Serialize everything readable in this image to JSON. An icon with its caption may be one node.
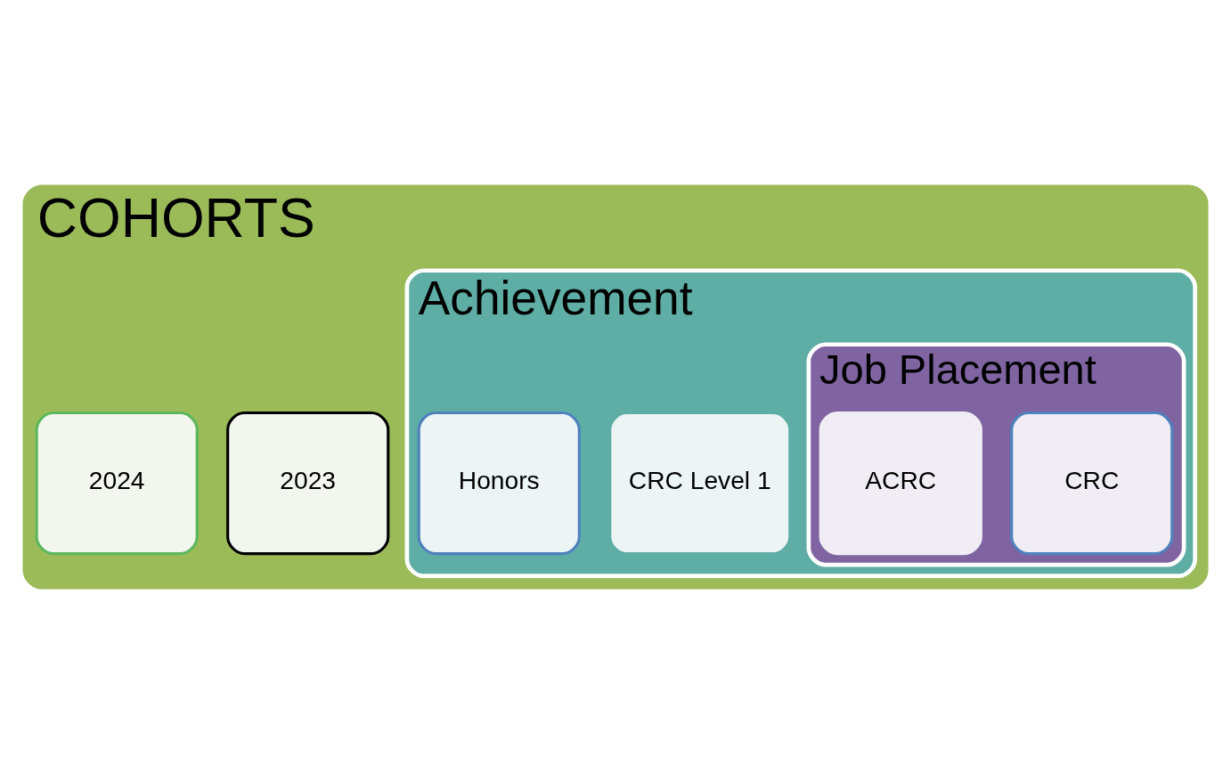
{
  "diagram": {
    "nodes": [
      {
        "text": [
          "COHORTS"
        ]
      },
      {
        "text": [
          "2023"
        ],
        "in": 0
      },
      {
        "text": [
          "2024"
        ],
        "in": 0
      },
      {
        "text": [
          "Achievement"
        ],
        "in": 0
      },
      {
        "text": [
          "CRC Level 1"
        ],
        "in": 3
      },
      {
        "text": [
          "Honors"
        ],
        "in": 3
      },
      {
        "text": [
          "Job Placement"
        ],
        "in": 3
      },
      {
        "text": [
          "CRC"
        ],
        "in": 6
      },
      {
        "text": [
          "ACRC"
        ],
        "in": 6
      }
    ],
    "edges": []
  }
}
